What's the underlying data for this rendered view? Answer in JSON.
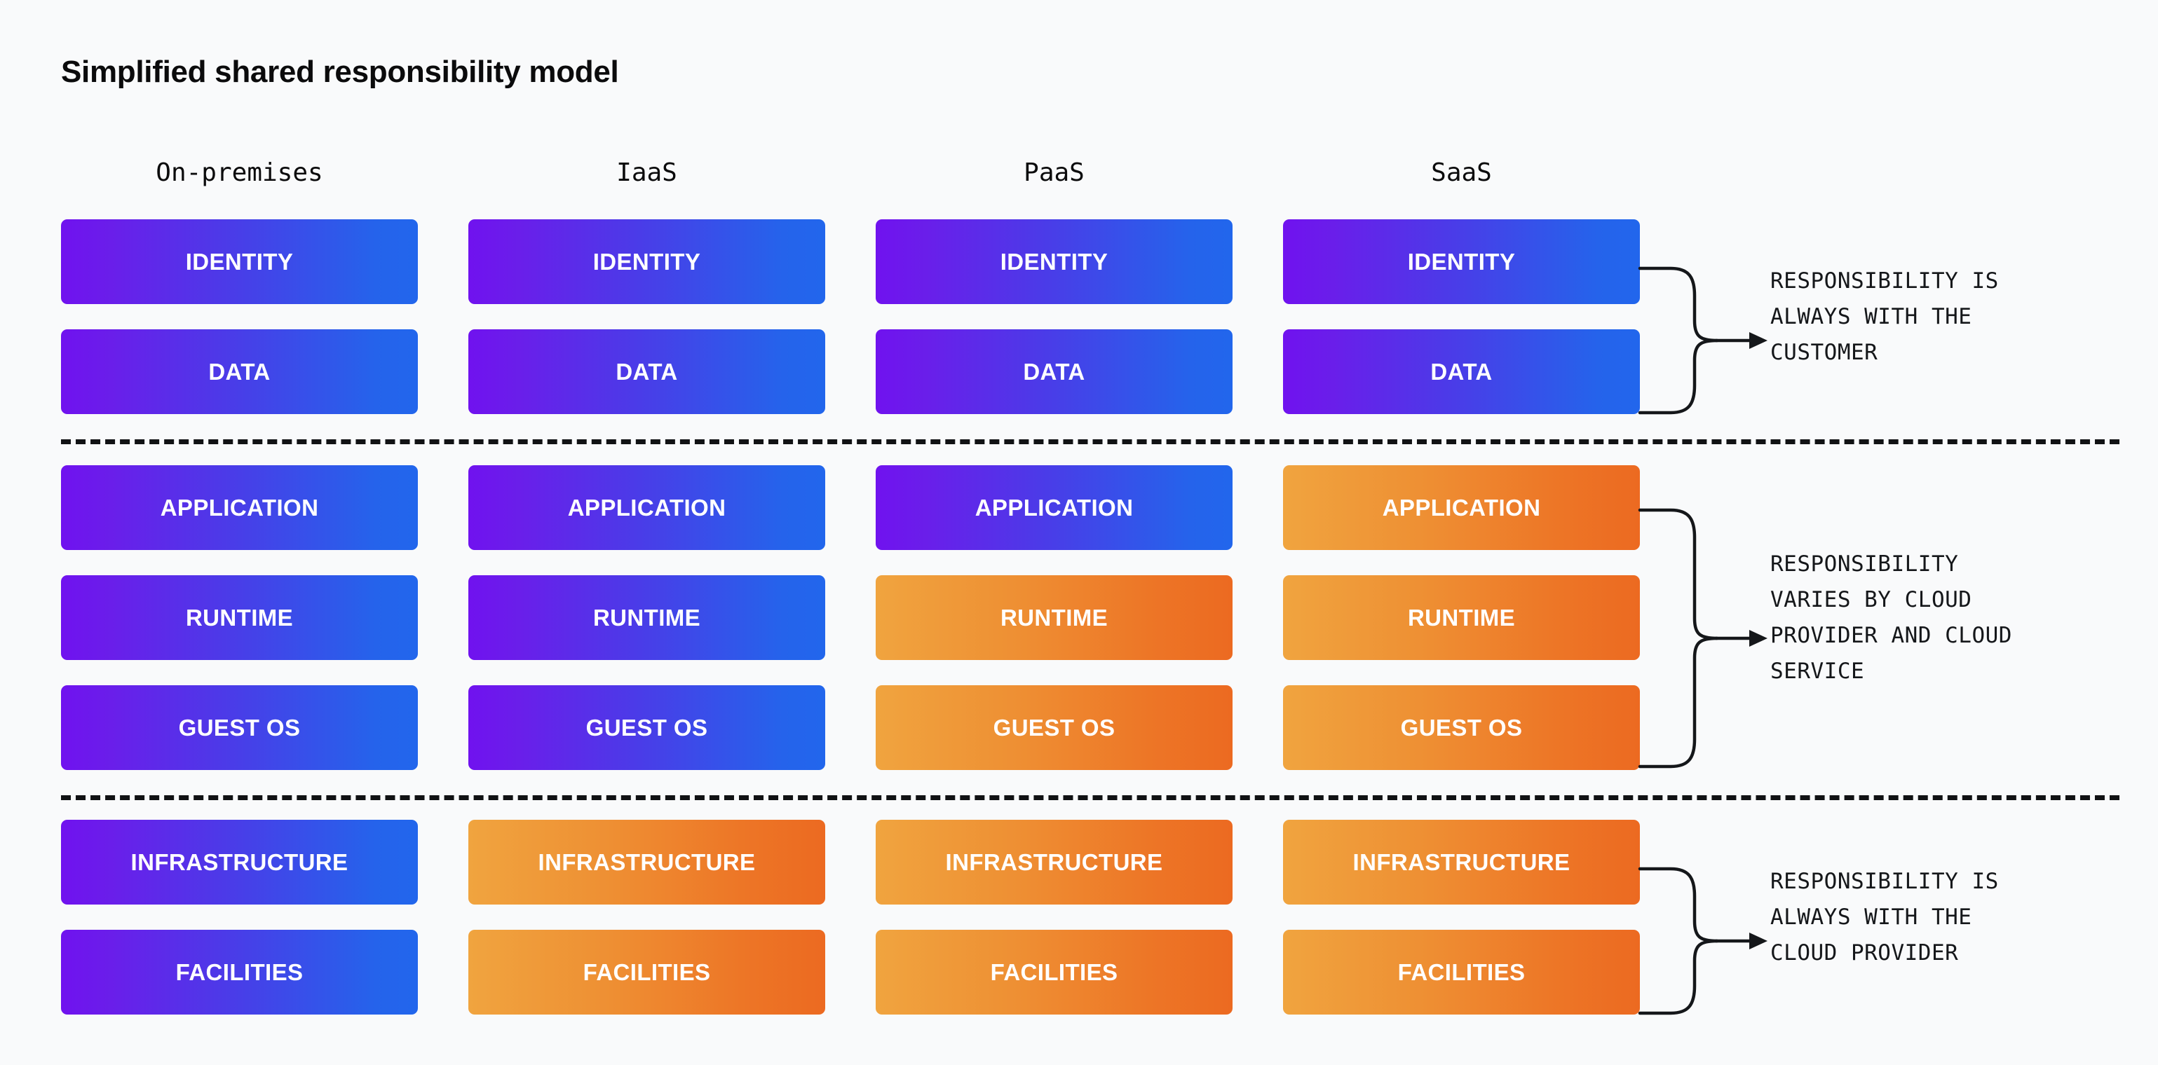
{
  "page": {
    "title": "Simplified shared responsibility model",
    "background_color": "#F9FAFB",
    "text_color": "#0B0B0C"
  },
  "legend": {
    "customer_color_start": "#7012EF",
    "customer_color_end": "#2563EB",
    "provider_color_start": "#F0A43F",
    "provider_color_end": "#EC6A21"
  },
  "columns": [
    {
      "key": "on-premises",
      "label": "On-premises"
    },
    {
      "key": "iaas",
      "label": "IaaS"
    },
    {
      "key": "paas",
      "label": "PaaS"
    },
    {
      "key": "saas",
      "label": "SaaS"
    }
  ],
  "layers": [
    {
      "key": "identity",
      "label": "IDENTITY"
    },
    {
      "key": "data",
      "label": "DATA"
    },
    {
      "key": "application",
      "label": "APPLICATION"
    },
    {
      "key": "runtime",
      "label": "RUNTIME"
    },
    {
      "key": "guest-os",
      "label": "GUEST OS"
    },
    {
      "key": "infrastructure",
      "label": "INFRASTRUCTURE"
    },
    {
      "key": "facilities",
      "label": "FACILITIES"
    }
  ],
  "cells": [
    {
      "layer": "identity",
      "column": "on-premises",
      "label": "IDENTITY",
      "owner": "customer"
    },
    {
      "layer": "identity",
      "column": "iaas",
      "label": "IDENTITY",
      "owner": "customer"
    },
    {
      "layer": "identity",
      "column": "paas",
      "label": "IDENTITY",
      "owner": "customer"
    },
    {
      "layer": "identity",
      "column": "saas",
      "label": "IDENTITY",
      "owner": "customer"
    },
    {
      "layer": "data",
      "column": "on-premises",
      "label": "DATA",
      "owner": "customer"
    },
    {
      "layer": "data",
      "column": "iaas",
      "label": "DATA",
      "owner": "customer"
    },
    {
      "layer": "data",
      "column": "paas",
      "label": "DATA",
      "owner": "customer"
    },
    {
      "layer": "data",
      "column": "saas",
      "label": "DATA",
      "owner": "customer"
    },
    {
      "layer": "application",
      "column": "on-premises",
      "label": "APPLICATION",
      "owner": "customer"
    },
    {
      "layer": "application",
      "column": "iaas",
      "label": "APPLICATION",
      "owner": "customer"
    },
    {
      "layer": "application",
      "column": "paas",
      "label": "APPLICATION",
      "owner": "customer"
    },
    {
      "layer": "application",
      "column": "saas",
      "label": "APPLICATION",
      "owner": "provider"
    },
    {
      "layer": "runtime",
      "column": "on-premises",
      "label": "RUNTIME",
      "owner": "customer"
    },
    {
      "layer": "runtime",
      "column": "iaas",
      "label": "RUNTIME",
      "owner": "customer"
    },
    {
      "layer": "runtime",
      "column": "paas",
      "label": "RUNTIME",
      "owner": "provider"
    },
    {
      "layer": "runtime",
      "column": "saas",
      "label": "RUNTIME",
      "owner": "provider"
    },
    {
      "layer": "guest-os",
      "column": "on-premises",
      "label": "GUEST OS",
      "owner": "customer"
    },
    {
      "layer": "guest-os",
      "column": "iaas",
      "label": "GUEST OS",
      "owner": "customer"
    },
    {
      "layer": "guest-os",
      "column": "paas",
      "label": "GUEST OS",
      "owner": "provider"
    },
    {
      "layer": "guest-os",
      "column": "saas",
      "label": "GUEST OS",
      "owner": "provider"
    },
    {
      "layer": "infrastructure",
      "column": "on-premises",
      "label": "INFRASTRUCTURE",
      "owner": "customer"
    },
    {
      "layer": "infrastructure",
      "column": "iaas",
      "label": "INFRASTRUCTURE",
      "owner": "provider"
    },
    {
      "layer": "infrastructure",
      "column": "paas",
      "label": "INFRASTRUCTURE",
      "owner": "provider"
    },
    {
      "layer": "infrastructure",
      "column": "saas",
      "label": "INFRASTRUCTURE",
      "owner": "provider"
    },
    {
      "layer": "facilities",
      "column": "on-premises",
      "label": "FACILITIES",
      "owner": "customer"
    },
    {
      "layer": "facilities",
      "column": "iaas",
      "label": "FACILITIES",
      "owner": "provider"
    },
    {
      "layer": "facilities",
      "column": "paas",
      "label": "FACILITIES",
      "owner": "provider"
    },
    {
      "layer": "facilities",
      "column": "saas",
      "label": "FACILITIES",
      "owner": "provider"
    }
  ],
  "annotations": [
    {
      "key": "always-customer",
      "text": "RESPONSIBILITY IS\nALWAYS WITH THE\nCUSTOMER"
    },
    {
      "key": "varies",
      "text": "RESPONSIBILITY\nVARIES BY CLOUD\nPROVIDER AND CLOUD\nSERVICE"
    },
    {
      "key": "always-provider",
      "text": "RESPONSIBILITY IS\nALWAYS WITH THE\nCLOUD PROVIDER"
    }
  ],
  "separators": [
    {
      "key": "separator-top"
    },
    {
      "key": "separator-bottom"
    }
  ]
}
